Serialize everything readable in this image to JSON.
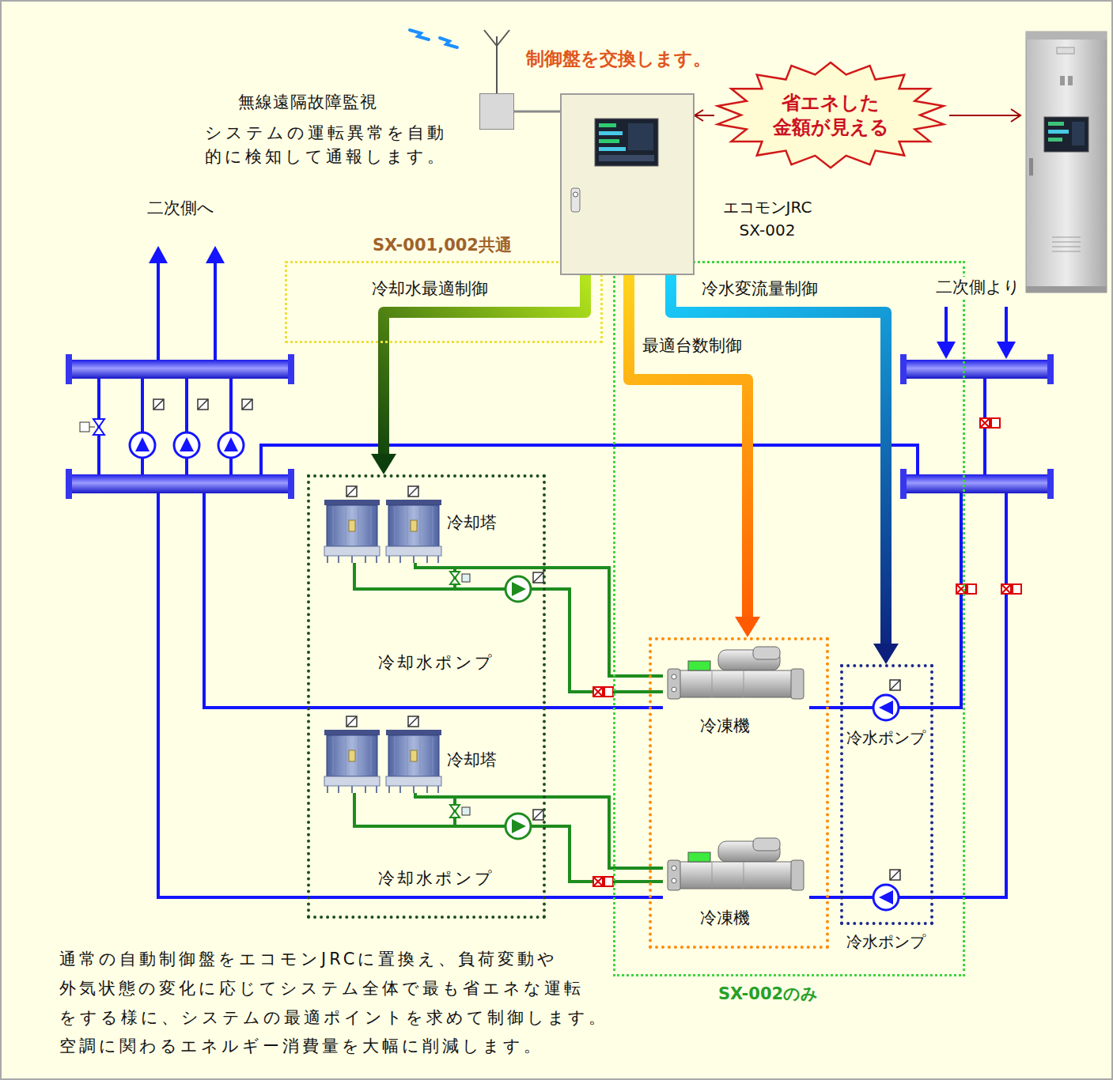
{
  "diagram": {
    "nodes": [
      {
        "text": [
          "無線遠隔故障監視",
          "システムの運転異常を自動 的に検知して通報します。"
        ]
      },
      {
        "text": [
          "エコモンJRC SX-002"
        ]
      },
      {
        "text": [
          "省エネした 金額が見える"
        ]
      },
      {
        "text": [
          "SX-001,002共通"
        ]
      },
      {
        "text": [
          "SX-002のみ"
        ]
      },
      {
        "text": []
      },
      {
        "text": [
          "冷却塔"
        ],
        "in": 5
      },
      {
        "text": [
          "冷却水ポンプ"
        ],
        "in": 5
      },
      {
        "text": [
          "冷却塔"
        ],
        "in": 5
      },
      {
        "text": [
          "冷却水ポンプ"
        ],
        "in": 5
      },
      {
        "text": [],
        "in": 4
      },
      {
        "text": [
          "冷凍機"
        ],
        "in": 10
      },
      {
        "text": [
          "冷凍機"
        ],
        "in": 10
      },
      {
        "text": [],
        "in": 4
      },
      {
        "text": [
          "冷水ポンプ"
        ],
        "in": 13
      },
      {
        "text": [
          "冷水ポンプ"
        ],
        "in": 13
      }
    ],
    "edges": [
      {
        "from": 1,
        "to": 5,
        "label": "冷却水最適制御",
        "arrow": "to"
      },
      {
        "from": 1,
        "to": 10,
        "label": "最適台数制御",
        "arrow": "to"
      },
      {
        "from": 1,
        "to": 13,
        "label": "冷水変流量制御",
        "arrow": "to"
      },
      {
        "from": 0,
        "to": 1,
        "arrow": "none"
      },
      {
        "from": 2,
        "to": 1,
        "arrow": "to"
      },
      {
        "from": 6,
        "to": 7,
        "arrow": "none"
      },
      {
        "from": 7,
        "to": 11,
        "arrow": "none"
      },
      {
        "from": 11,
        "to": 14,
        "arrow": "none"
      },
      {
        "from": 8,
        "to": 9,
        "arrow": "none"
      },
      {
        "from": 9,
        "to": 12,
        "arrow": "none"
      },
      {
        "from": 12,
        "to": 15,
        "arrow": "none"
      }
    ],
    "labels": [
      "制御盤を交換します。",
      "二次側へ",
      "二次側より",
      "通常の自動制御盤をエコモンJRCに置換え、負荷変動や 外気状態の変化に応じてシステム全体で最も省エネな運転 をする様に、システムの最適ポイントを求めて制御します。 空調に関わるエネルギー消費量を大幅に削減します。"
    ]
  }
}
